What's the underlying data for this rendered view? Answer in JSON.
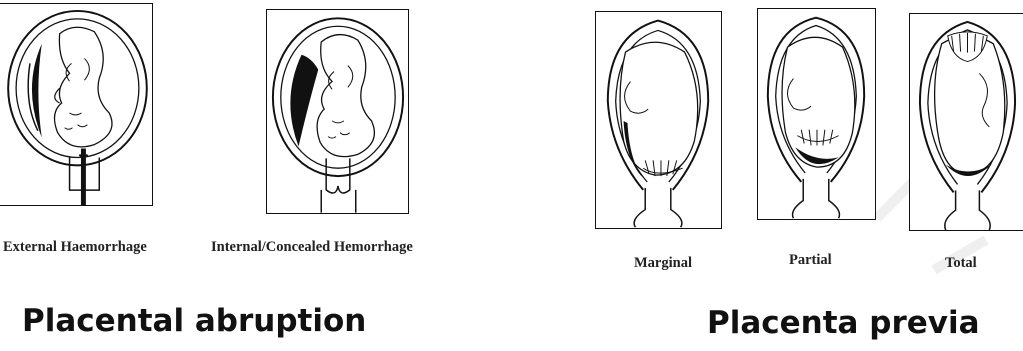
{
  "abruption": {
    "title": "Placental abruption",
    "figures": [
      {
        "caption": "External Haemorrhage"
      },
      {
        "caption": "Internal/Concealed Hemorrhage"
      }
    ]
  },
  "previa": {
    "title": "Placenta previa",
    "figures": [
      {
        "caption": "Marginal"
      },
      {
        "caption": "Partial"
      },
      {
        "caption": "Total"
      }
    ]
  }
}
